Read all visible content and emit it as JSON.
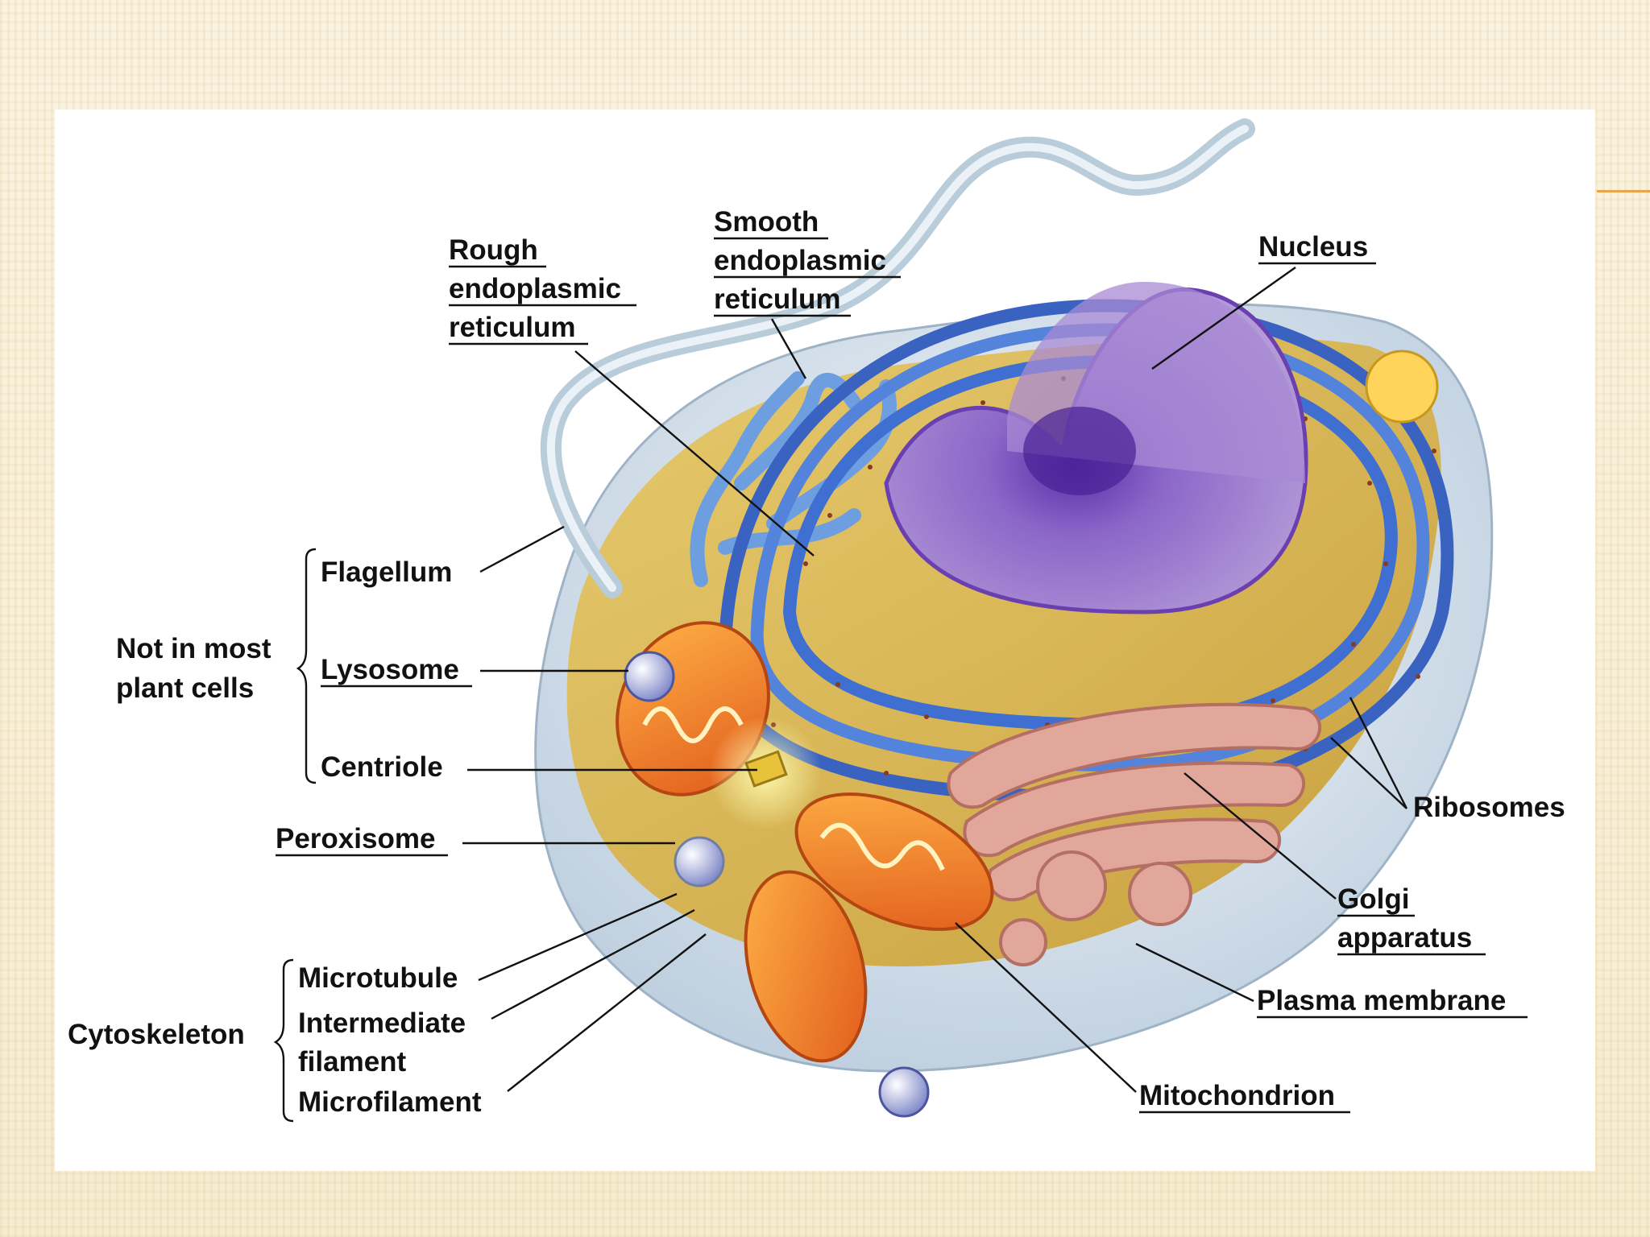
{
  "labels": {
    "rough_er": [
      "Rough",
      "endoplasmic",
      "reticulum"
    ],
    "smooth_er": [
      "Smooth",
      "endoplasmic",
      "reticulum"
    ],
    "nucleus": "Nucleus",
    "flagellum": "Flagellum",
    "lysosome": "Lysosome",
    "centriole": "Centriole",
    "not_in_plant": [
      "Not in most",
      "plant cells"
    ],
    "peroxisome": "Peroxisome",
    "microtubule": "Microtubule",
    "intermediate_filament": [
      "Intermediate",
      "filament"
    ],
    "microfilament": "Microfilament",
    "cytoskeleton": "Cytoskeleton",
    "ribosomes": "Ribosomes",
    "golgi": [
      "Golgi",
      "apparatus"
    ],
    "plasma_membrane": "Plasma membrane",
    "mitochondrion": "Mitochondrion"
  },
  "colors": {
    "slide_background": "#fbf3dd",
    "cytoplasm": "#d9b44a",
    "membrane": "#dfe9f2",
    "nucleus": "#8a63c9",
    "rough_er": "#3f6fd0",
    "smooth_er": "#6d9fe0",
    "golgi": "#d99a90",
    "mitochondrion": "#f07a2a",
    "accent_line": "#e8a64a"
  }
}
